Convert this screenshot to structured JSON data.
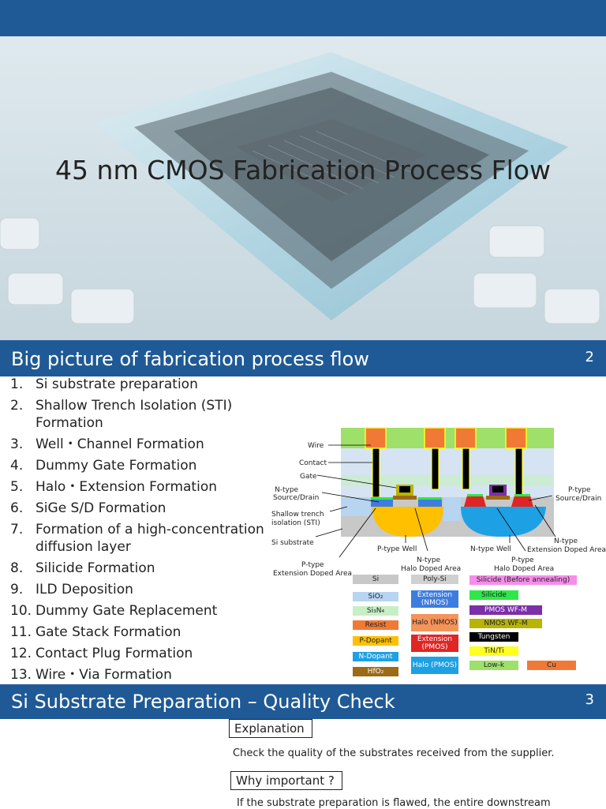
{
  "slide1": {
    "title": "45 nm CMOS Fabrication Process Flow"
  },
  "slide2": {
    "title": "Big picture of fabrication process flow",
    "page_number": "2",
    "steps": [
      {
        "num": "1.",
        "text": "Si substrate preparation"
      },
      {
        "num": "2.",
        "text": "Shallow Trench Isolation (STI) Formation"
      },
      {
        "num": "3.",
        "text": "Well・Channel Formation"
      },
      {
        "num": "4.",
        "text": "Dummy Gate Formation"
      },
      {
        "num": "5.",
        "text": "Halo・Extension Formation"
      },
      {
        "num": "6.",
        "text": "SiGe S/D Formation"
      },
      {
        "num": "7.",
        "text": "Formation of a high-concentration diffusion layer"
      },
      {
        "num": "8.",
        "text": "Silicide Formation"
      },
      {
        "num": "9.",
        "text": "ILD Deposition"
      },
      {
        "num": "10.",
        "text": "Dummy Gate Replacement"
      },
      {
        "num": "11.",
        "text": "Gate Stack Formation"
      },
      {
        "num": "12.",
        "text": "Contact Plug Formation"
      },
      {
        "num": "13.",
        "text": "Wire・Via Formation"
      }
    ],
    "diagram_labels": {
      "wire": "Wire",
      "contact": "Contact",
      "gate": "Gate",
      "ntype_sd_1": "N-type",
      "ntype_sd_2": "Source/Drain",
      "sti_1": "Shallow trench",
      "sti_2": "isolation (STI)",
      "si_substrate": "Si substrate",
      "ptype_ext_1": "P-type",
      "ptype_ext_2": "Extension Doped Area",
      "ptype_well": "P-type Well",
      "ntype_halo_1": "N-type",
      "ntype_halo_2": "Halo Doped Area",
      "ntype_well": "N-type Well",
      "ptype_halo_1": "P-type",
      "ptype_halo_2": "Halo Doped Area",
      "ntype_ext_1": "N-type",
      "ntype_ext_2": "Extension Doped Area",
      "ptype_sd_1": "P-type",
      "ptype_sd_2": "Source/Drain"
    },
    "legend": [
      {
        "label": "Si",
        "color": "#c8c8c8"
      },
      {
        "label": "SiO₂",
        "color": "#b7d4f0"
      },
      {
        "label": "Si₃N₄",
        "color": "#c6efc6"
      },
      {
        "label": "Resist",
        "color": "#f07a35"
      },
      {
        "label": "P-Dopant",
        "color": "#ffc000"
      },
      {
        "label": "N-Dopant",
        "color": "#1ea1e4"
      },
      {
        "label": "HfO₂",
        "color": "#9c6b16"
      },
      {
        "label": "Poly-Si",
        "color": "#d0d0d0"
      },
      {
        "label": "Extension (NMOS)",
        "color": "#3d7de0"
      },
      {
        "label": "Halo (NMOS)",
        "color": "#f4935a"
      },
      {
        "label": "Extension (PMOS)",
        "color": "#e02525"
      },
      {
        "label": "Halo (PMOS)",
        "color": "#1ea1e4"
      },
      {
        "label": "Silicide (Before annealing)",
        "color": "#f58ee8"
      },
      {
        "label": "Silicide",
        "color": "#2ee84a"
      },
      {
        "label": "PMOS WF-M",
        "color": "#7b2fa8"
      },
      {
        "label": "NMOS WF-M",
        "color": "#b8b400"
      },
      {
        "label": "Tungsten",
        "color": "#000000"
      },
      {
        "label": "TiN/Ti",
        "color": "#ffff20"
      },
      {
        "label": "Low-k",
        "color": "#9ee06a"
      },
      {
        "label": "Cu",
        "color": "#f07a35"
      }
    ]
  },
  "slide3": {
    "title": "Si Substrate Preparation – Quality Check",
    "page_number": "3",
    "explanation_label": "Explanation",
    "explanation_text": "Check the quality of the substrates received from the supplier.",
    "why_label": "Why important ?",
    "why_text": "If the substrate preparation is flawed, the entire downstream"
  }
}
